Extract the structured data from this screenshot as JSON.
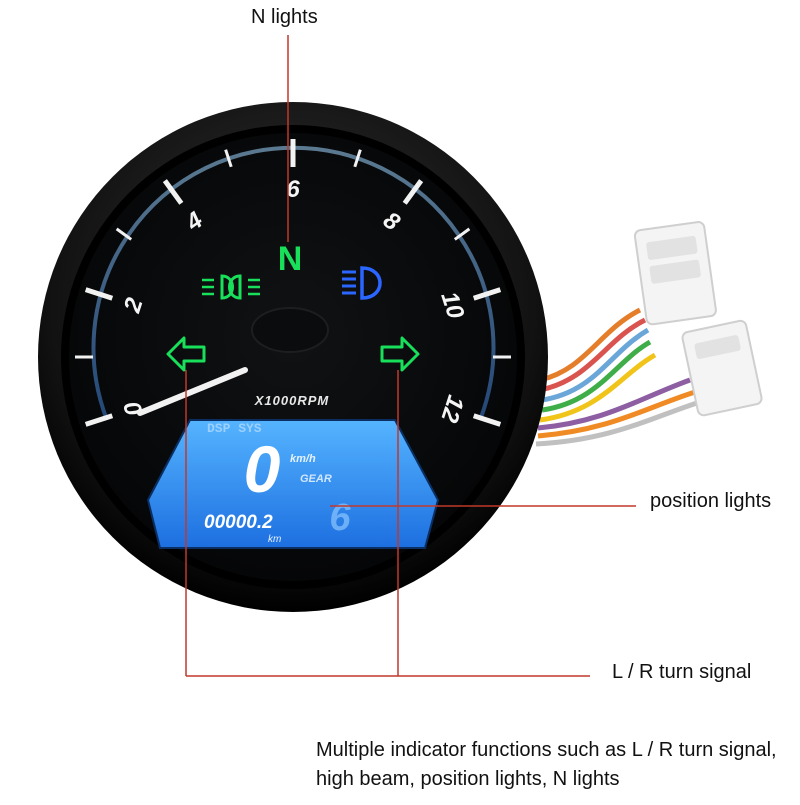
{
  "callouts": {
    "n_lights": "N lights",
    "position_lights": "position lights",
    "turn_signal": "L / R turn signal"
  },
  "caption": {
    "line1": "Multiple indicator functions such as L / R turn signal,",
    "line2": "high beam, position lights, N lights"
  },
  "gauge": {
    "unit_label": "X1000RPM",
    "tick_numbers": [
      "0",
      "2",
      "4",
      "6",
      "8",
      "10",
      "12"
    ],
    "neutral_letter": "N",
    "lcd": {
      "mode_text": "DSP SYS",
      "speed_digit": "0",
      "speed_unit": "km/h",
      "gear_label": "GEAR",
      "gear_digit": "6",
      "odometer": "00000.2",
      "odometer_unit": "km"
    }
  },
  "colors": {
    "callout_line": "#c0392b",
    "indicator_green": "#19e05a",
    "high_beam_blue": "#2a66ff",
    "lcd_blue": "#3f9bff",
    "bezel": "#0d0d0d"
  }
}
